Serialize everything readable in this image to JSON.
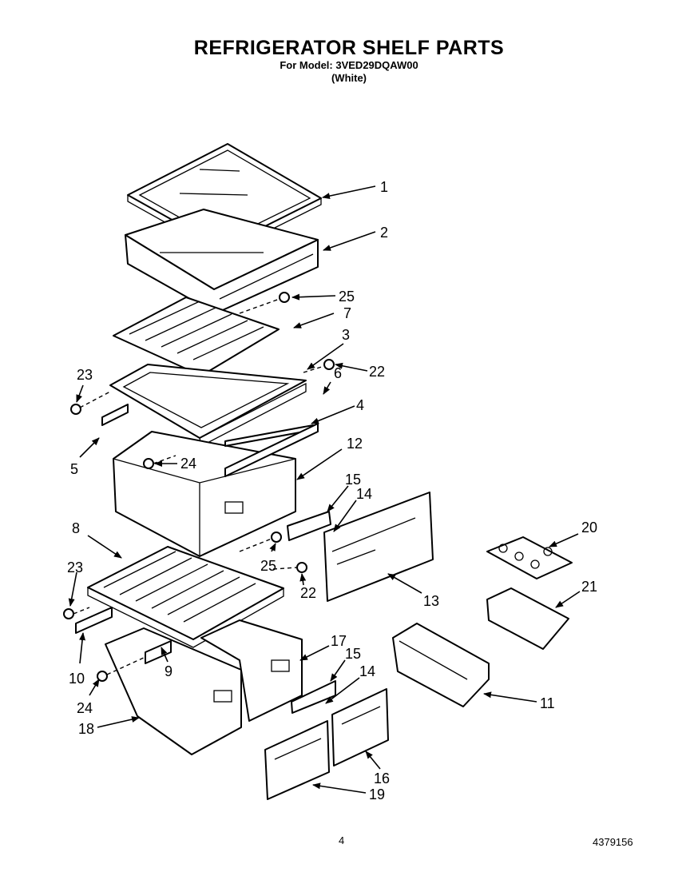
{
  "header": {
    "title": "REFRIGERATOR SHELF PARTS",
    "subtitle": "For Model: 3VED29DQAW00",
    "variant": "(White)"
  },
  "callouts": [
    "1",
    "2",
    "25",
    "7",
    "3",
    "22",
    "6",
    "23",
    "4",
    "5",
    "24",
    "12",
    "15",
    "14",
    "8",
    "25",
    "20",
    "23",
    "22",
    "13",
    "21",
    "17",
    "10",
    "15",
    "9",
    "14",
    "11",
    "24",
    "18",
    "16",
    "19"
  ],
  "footer": {
    "page_number": "4",
    "document_number": "4379156"
  }
}
